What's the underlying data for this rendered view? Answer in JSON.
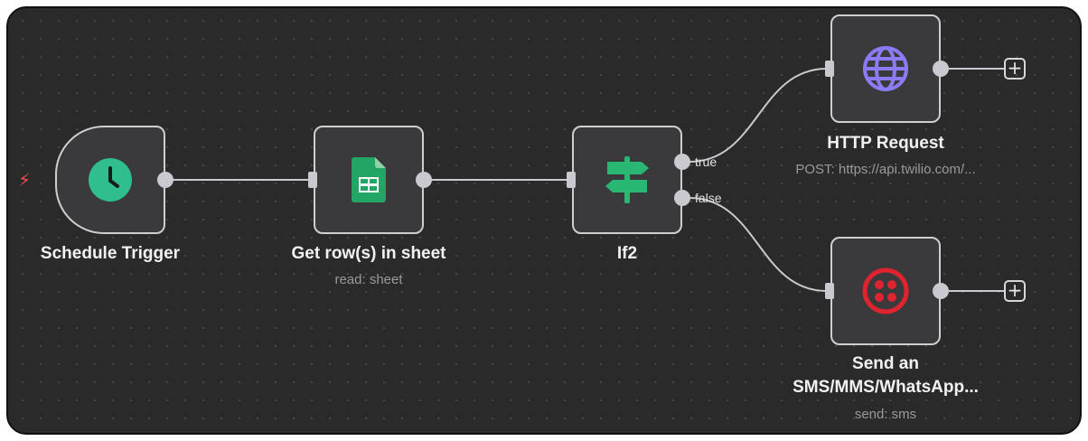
{
  "nodes": {
    "schedule_trigger": {
      "title": "Schedule Trigger",
      "icon": "clock-icon"
    },
    "get_rows": {
      "title": "Get row(s) in sheet",
      "subtitle": "read: sheet",
      "icon": "google-sheets-icon"
    },
    "if2": {
      "title": "If2",
      "icon": "signpost-icon",
      "true_label": "true",
      "false_label": "false"
    },
    "http_request": {
      "title": "HTTP Request",
      "subtitle": "POST: https://api.twilio.com/...",
      "icon": "globe-icon"
    },
    "send_sms": {
      "title_line1": "Send an",
      "title_line2": "SMS/MMS/WhatsApp...",
      "subtitle": "send: sms",
      "icon": "twilio-icon"
    }
  },
  "controls": {
    "add_label": "+",
    "trigger_marker": "⚡"
  },
  "colors": {
    "canvas": "#2a2a2a",
    "node_bg": "#3a3a3c",
    "node_border": "#cfcfd2",
    "clock": "#2fbf8f",
    "sheets": "#22a565",
    "signpost": "#2ab673",
    "globe": "#8b7cf6",
    "twilio": "#e0242f",
    "bolt": "#ef4b4b"
  }
}
